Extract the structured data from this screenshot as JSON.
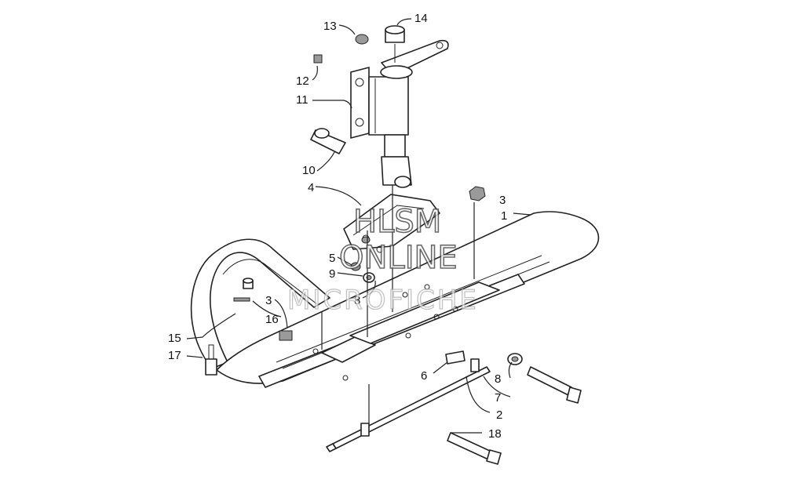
{
  "watermark": {
    "line1": "HLSM",
    "line2": "ONLINE",
    "line3": "MICROFICHE"
  },
  "callouts": {
    "c13": "13",
    "c14": "14",
    "c12": "12",
    "c11": "11",
    "c10": "10",
    "c4": "4",
    "c3_top": "3",
    "c1": "1",
    "c5": "5",
    "c9": "9",
    "c8_left": "8",
    "c3_left": "3",
    "c16": "16",
    "c15": "15",
    "c17": "17",
    "c6": "6",
    "c8_right": "8",
    "c7": "7",
    "c2": "2",
    "c18": "18"
  }
}
